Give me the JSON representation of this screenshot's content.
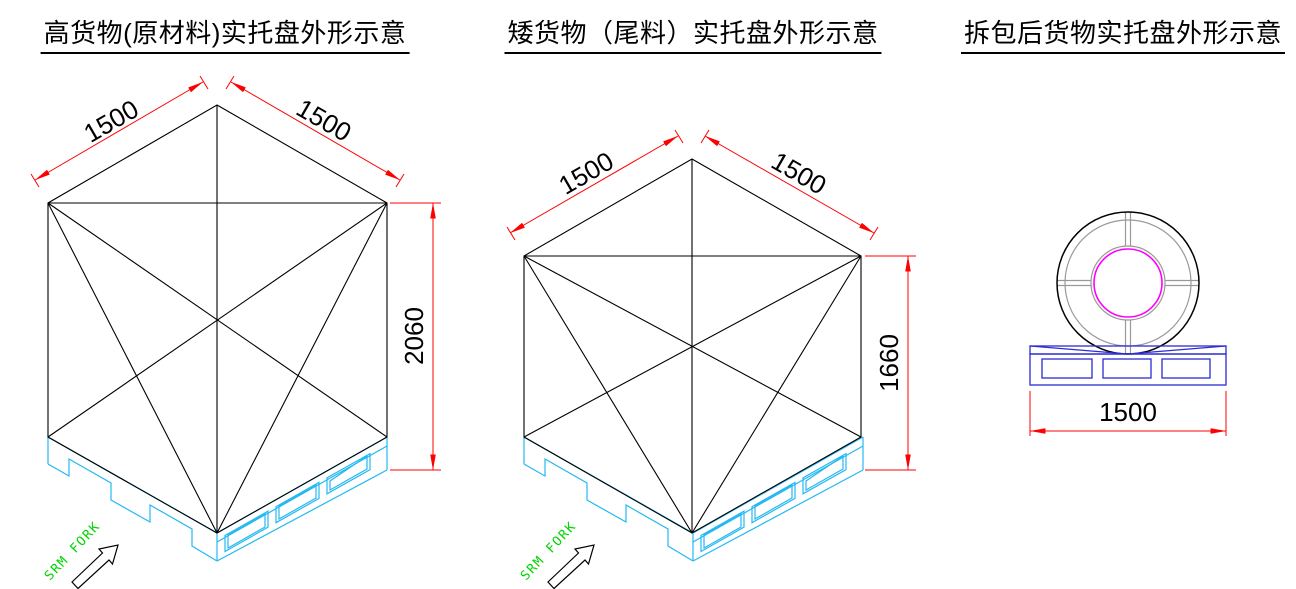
{
  "palette": {
    "black": "#000000",
    "red": "#ff0000",
    "cyan": "#25b8f2",
    "blue": "#2d2dd2",
    "gray": "#999999",
    "magenta": "#ff00ff",
    "green": "#00d500",
    "white": "#ffffff"
  },
  "panels": [
    {
      "title": "高货物(原材料)实托盘外形示意",
      "dims": {
        "top_left": "1500",
        "top_right": "1500",
        "height": "2060"
      },
      "fork_label": "SRM FORK"
    },
    {
      "title": "矮货物（尾料）实托盘外形示意",
      "dims": {
        "top_left": "1500",
        "top_right": "1500",
        "height": "1660"
      },
      "fork_label": "SRM FORK"
    },
    {
      "title": "拆包后货物实托盘外形示意",
      "dims": {
        "width": "1500"
      }
    }
  ]
}
